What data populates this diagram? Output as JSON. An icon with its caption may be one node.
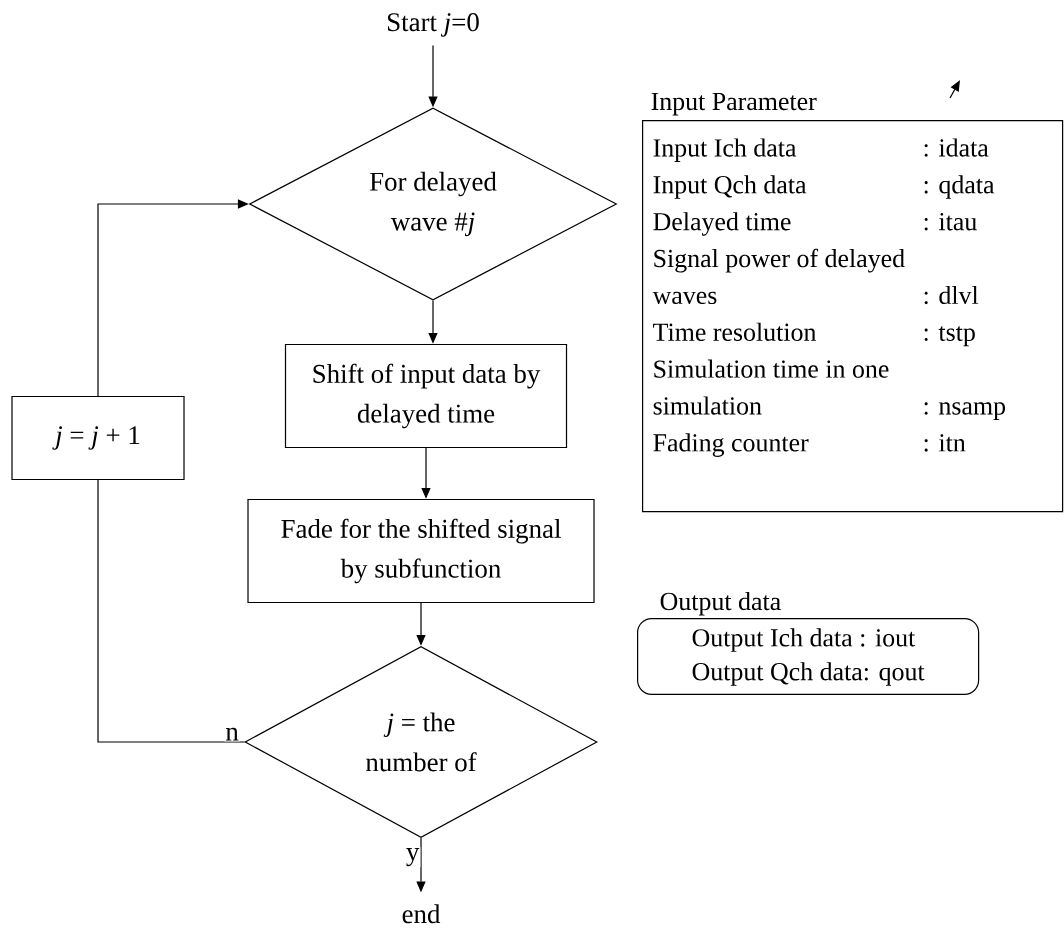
{
  "diagram": {
    "nodes": [
      {
        "text": [
          "Start *j*=0"
        ]
      },
      {
        "text": [
          "For delayed wave #*j*"
        ]
      },
      {
        "text": [
          "Shift of input data by delayed time"
        ]
      },
      {
        "text": [
          "Fade for the shifted signal by subfunction"
        ]
      },
      {
        "text": [
          "*j* = the number of"
        ]
      },
      {
        "text": [
          "end"
        ]
      },
      {
        "text": [
          "*j* = *j* + 1"
        ]
      },
      {
        "text": [
          "Input Parameter",
          "Input Ich data",
          ": idata",
          "Input Qch data",
          ": qdata",
          "Delayed time",
          ": itau",
          "Signal power of delayed waves",
          ": dlvl",
          "Time resolution",
          ": tstp",
          "Simulation time in one simulation",
          ": nsamp",
          "Fading counter",
          ": itn"
        ]
      },
      {
        "text": [
          "Output data",
          "Output Ich data : iout",
          "Output Qch data: qout"
        ]
      }
    ],
    "edges": [
      {
        "from": 0,
        "to": 1,
        "arrow": "to"
      },
      {
        "from": 1,
        "to": 2,
        "arrow": "to"
      },
      {
        "from": 2,
        "to": 3,
        "arrow": "to"
      },
      {
        "from": 3,
        "to": 4,
        "arrow": "to"
      },
      {
        "from": 4,
        "to": 5,
        "arrow": "to",
        "label": "y"
      },
      {
        "from": 4,
        "to": 6,
        "arrow": "none",
        "label": "n"
      },
      {
        "from": 6,
        "to": 1,
        "arrow": "to"
      }
    ]
  }
}
